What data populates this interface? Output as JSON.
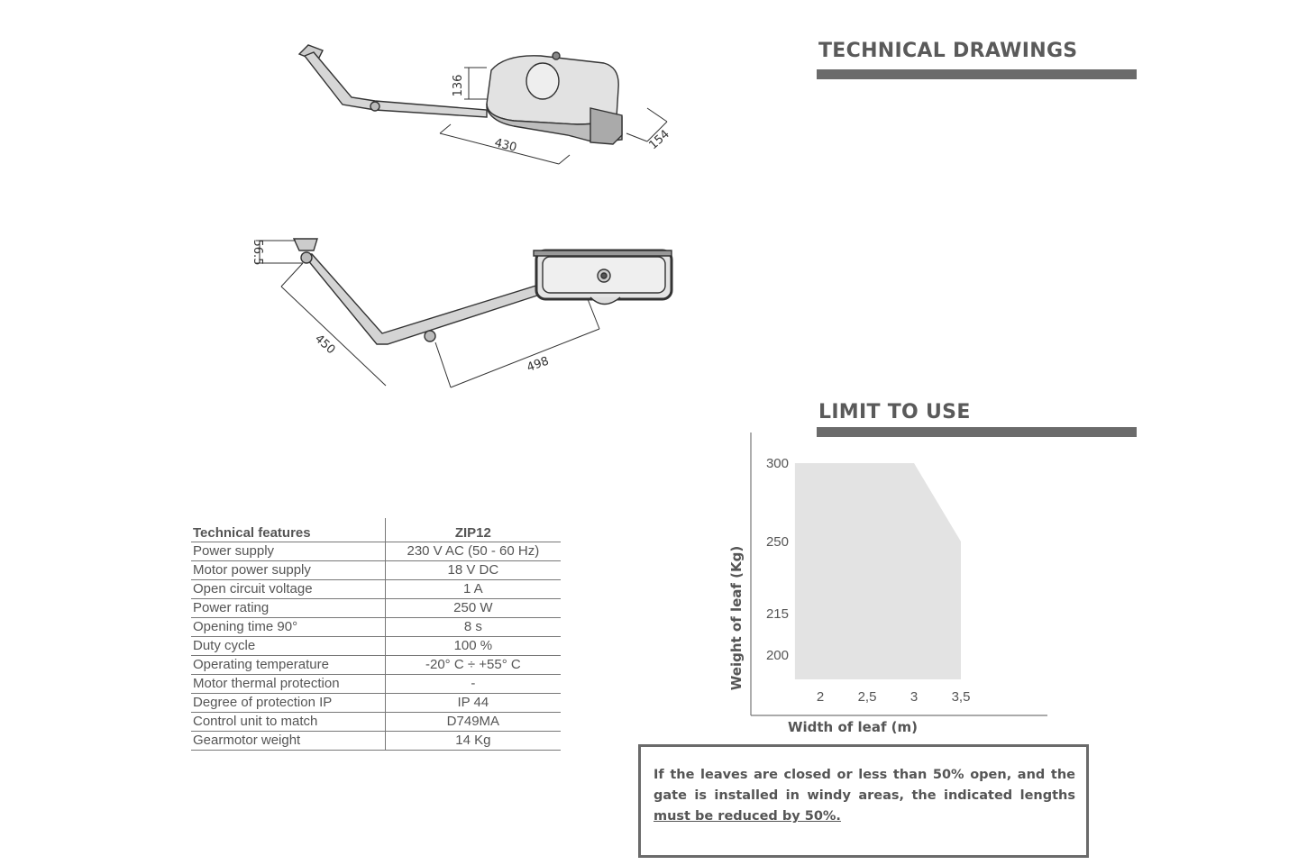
{
  "sections": {
    "technical_drawings": "TECHNICAL DRAWINGS",
    "limit_to_use": "LIMIT TO USE"
  },
  "drawings": {
    "top_view_dims": {
      "height": "136",
      "length": "430",
      "width": "154"
    },
    "side_view_dims": {
      "offset": "56.5",
      "arm1": "450",
      "arm2": "498"
    }
  },
  "spec_table": {
    "header": [
      "Technical features",
      "ZIP12"
    ],
    "rows": [
      [
        "Power supply",
        "230 V AC  (50 - 60 Hz)"
      ],
      [
        "Motor power supply",
        "18 V DC"
      ],
      [
        "Open circuit voltage",
        "1 A"
      ],
      [
        "Power rating",
        "250 W"
      ],
      [
        "Opening time 90°",
        "8 s"
      ],
      [
        "Duty cycle",
        "100 %"
      ],
      [
        "Operating temperature",
        "-20° C ÷ +55° C"
      ],
      [
        "Motor thermal protection",
        "-"
      ],
      [
        "Degree of protection IP",
        "IP 44"
      ],
      [
        "Control unit to match",
        "D749MA"
      ],
      [
        "Gearmotor weight",
        "14 Kg"
      ]
    ]
  },
  "chart_data": {
    "type": "area",
    "xlabel": "Width of leaf (m)",
    "ylabel": "Weight of leaf (Kg)",
    "x_ticks": [
      "2",
      "2,5",
      "3",
      "3,5"
    ],
    "y_ticks": [
      "300",
      "250",
      "215",
      "200"
    ],
    "series": [
      {
        "x": [
          1.73,
          1.73,
          3.0,
          3.0,
          3.5,
          3.5
        ],
        "y": [
          170,
          300,
          300,
          300,
          250,
          170
        ]
      }
    ],
    "fill_color": "#e3e3e3",
    "grid": false
  },
  "note": {
    "text_before": "If the leaves are closed or less than 50% open, and the gate is installed in windy areas, the indicated lengths ",
    "text_underlined": "must be reduced by 50%."
  }
}
